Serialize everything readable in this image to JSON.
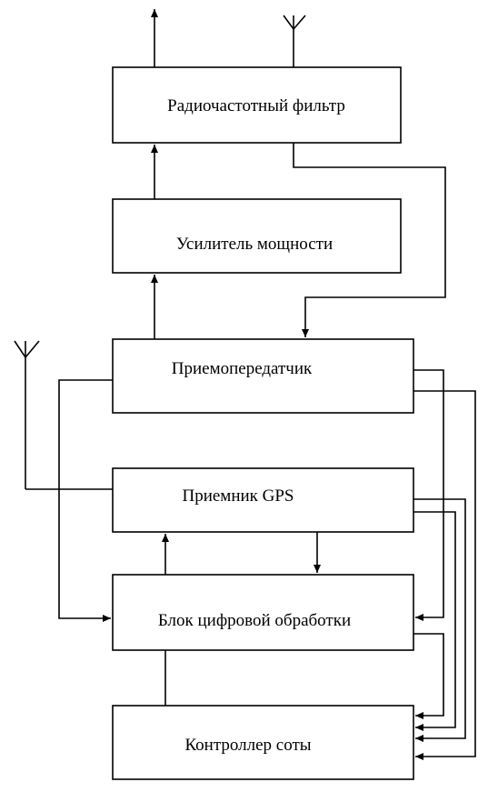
{
  "blocks": {
    "rf_filter": "Радиочастотный фильтр",
    "power_amp": "Усилитель мощности",
    "transceiver": "Приемопередатчик",
    "gps_receiver": "Приемник GPS",
    "dsp_unit": "Блок цифровой обработки",
    "cell_controller": "Контроллер соты"
  },
  "colors": {
    "line": "#000000",
    "background": "#ffffff"
  }
}
